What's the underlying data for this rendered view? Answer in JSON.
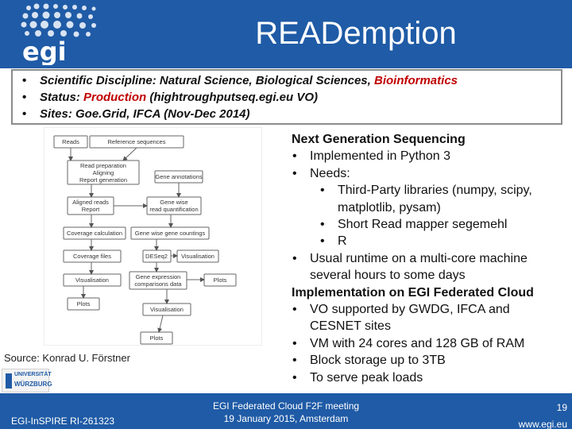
{
  "header": {
    "logo_text": "egi",
    "title": "READemption"
  },
  "summary": {
    "items": [
      {
        "prefix": "Scientific Discipline: Natural Science, Biological Sciences, ",
        "highlight": "Bioinformatics",
        "suffix": ""
      },
      {
        "prefix": "Status: ",
        "highlight": "Production",
        "suffix": " (hightroughputseq.egi.eu VO)"
      },
      {
        "prefix": "Sites: Goe.Grid, IFCA (Nov-Dec 2014)",
        "highlight": "",
        "suffix": ""
      }
    ]
  },
  "diagram": {
    "nodes": {
      "reads": "Reads",
      "reference": "Reference sequences",
      "prep": "Read preparation",
      "aligning": "Aligning",
      "report": "Report generation",
      "gene_ann": "Gene annotations",
      "aligned": "Aligned reads",
      "aligned_report": "Report",
      "genewise": "Gene wise",
      "readquant": "read quantification",
      "coverage_calc": "Coverage calculation",
      "genewise_counts": "Gene wise gene countings",
      "coverage_files": "Coverage files",
      "deseq2": "DESeq2",
      "visualisation_r": "Visualisation",
      "visualisation_l": "Visualisation",
      "gene_expr": "Gene expression",
      "comparisons": "comparisons data",
      "plots_r": "Plots",
      "plots_l": "Plots",
      "visualisation_b": "Visualisation",
      "plots_b": "Plots"
    }
  },
  "source": "Source: Konrad U. Förstner",
  "uni_logo": {
    "line1": "UNIVERSITÄT",
    "line2": "WÜRZBURG"
  },
  "right": {
    "heading1": "Next Generation Sequencing",
    "impl": "Implemented in Python 3",
    "needs": "Needs:",
    "lib1": "Third-Party libraries (numpy, scipy,",
    "lib2": "matplotlib, pysam)",
    "mapper": "Short Read mapper segemehl",
    "r": "R",
    "runtime1": "Usual runtime on a multi-core machine",
    "runtime2": "several hours to some days",
    "heading2": "Implementation on EGI Federated Cloud",
    "vo1": "VO supported by GWDG, IFCA and",
    "vo2": "CESNET sites",
    "vm": "VM with 24 cores and 128 GB of RAM",
    "block": "Block storage up to 3TB",
    "peak": "To serve peak loads"
  },
  "footer": {
    "left": "EGI-InSPIRE RI-261323",
    "center1": "EGI Federated Cloud F2F meeting",
    "center2": "19 January 2015, Amsterdam",
    "page": "19",
    "url": "www.egi.eu"
  },
  "colors": {
    "header_bg": "#1f5ba6",
    "highlight": "#c00000",
    "box_border": "#8c8c8c"
  }
}
